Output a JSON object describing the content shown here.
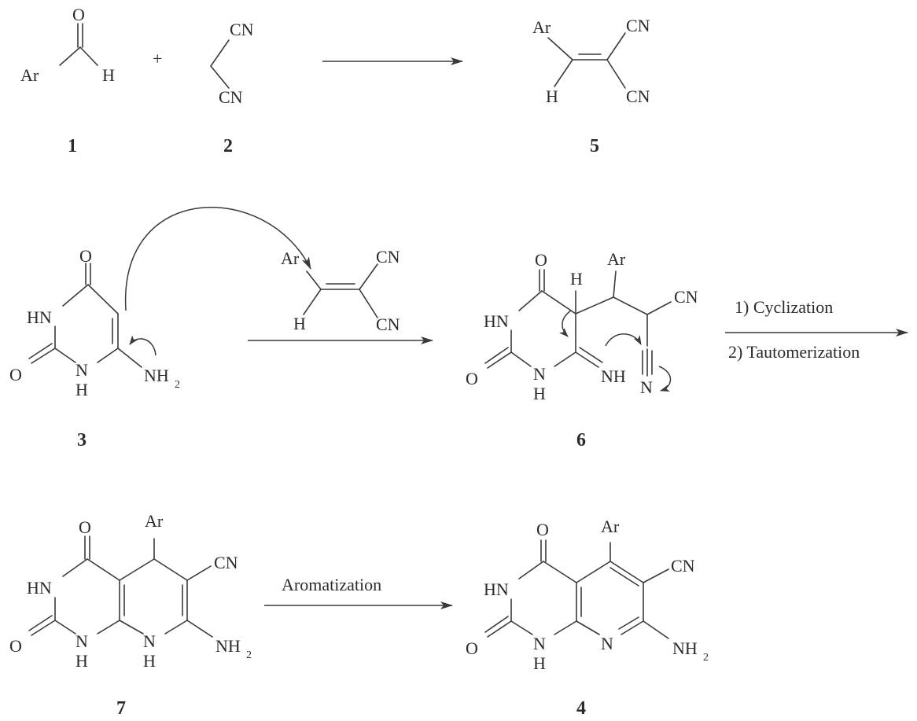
{
  "compounds": {
    "c1": "1",
    "c2": "2",
    "c3": "3",
    "c4": "4",
    "c5": "5",
    "c6": "6",
    "c7": "7"
  },
  "atoms": {
    "ar": "Ar",
    "h": "H",
    "o": "O",
    "cn": "CN",
    "hn": "HN",
    "nh": "NH",
    "n": "N",
    "nh2": "NH",
    "nh2_sub": "2",
    "plus": "+"
  },
  "steps": {
    "cyclization": "1) Cyclization",
    "tautomerization": "2) Tautomerization",
    "aromatization": "Aromatization"
  }
}
